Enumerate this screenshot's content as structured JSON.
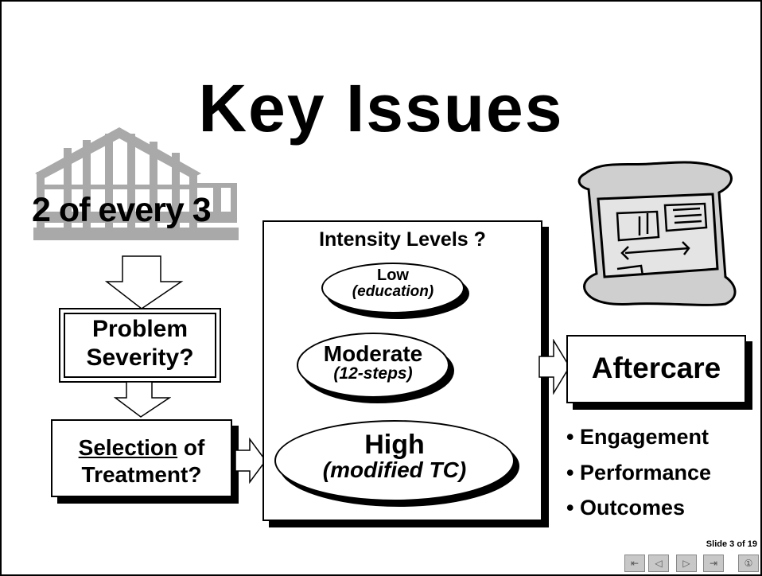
{
  "slide": {
    "title": "Key Issues",
    "stat_text": "2 of every 3",
    "problem_severity": [
      "Problem",
      "Severity?"
    ],
    "selection_line1": "Selection",
    "selection_line1_rest": " of",
    "selection_line2": "Treatment?",
    "intensity_title": "Intensity Levels ?",
    "levels": [
      {
        "name": "Low",
        "detail": "(education)"
      },
      {
        "name": "Moderate",
        "detail": "(12-steps)"
      },
      {
        "name": "High",
        "detail": "(modified TC)"
      }
    ],
    "aftercare_label": "Aftercare",
    "aftercare_bullets": [
      "• Engagement",
      "• Performance",
      "• Outcomes"
    ],
    "slide_counter": "Slide 3 of 19",
    "icons": [
      "building-clipart-icon",
      "blueprint-scroll-icon"
    ]
  },
  "nav": {
    "first_glyph": "⇤",
    "prev_glyph": "◁",
    "next_glyph": "▷",
    "last_glyph": "⇥",
    "info_glyph": "①"
  }
}
